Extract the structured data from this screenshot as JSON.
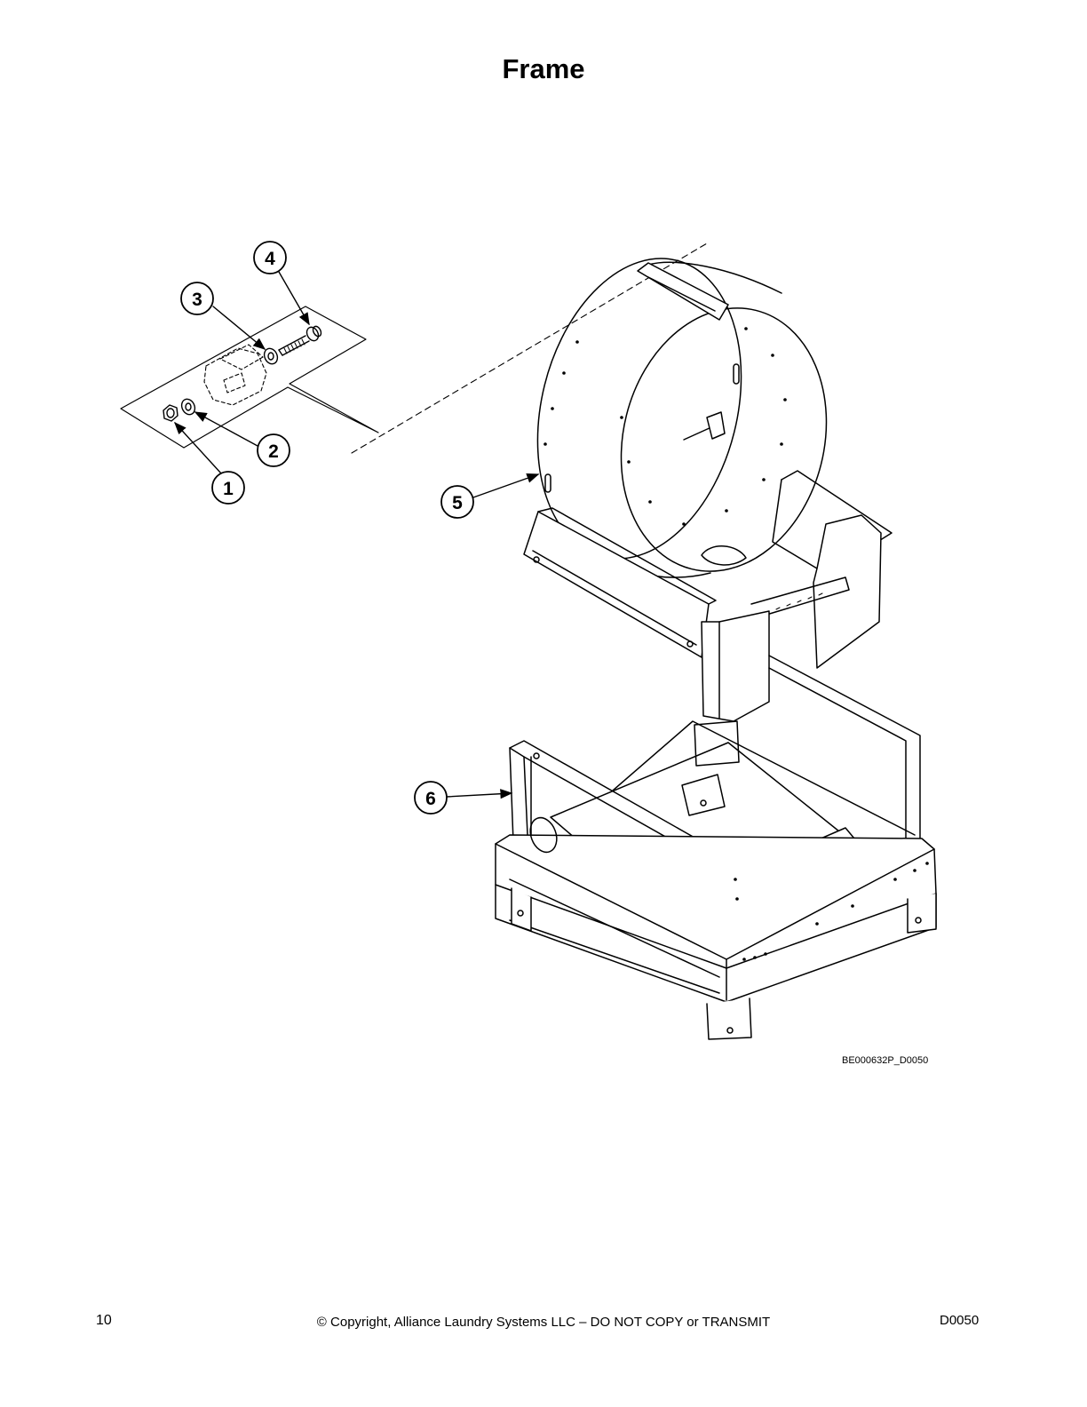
{
  "page": {
    "title": "Frame",
    "drawing_id": "BE000632P_D0050",
    "page_number": "10",
    "copyright": "© Copyright, Alliance Laundry Systems LLC – DO NOT COPY or TRANSMIT",
    "doc_code": "D0050"
  },
  "callouts": [
    "1",
    "2",
    "3",
    "4",
    "5",
    "6"
  ]
}
